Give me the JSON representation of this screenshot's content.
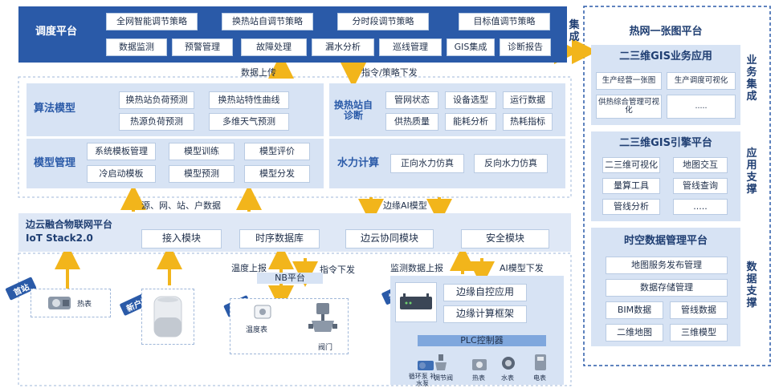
{
  "diagram": {
    "integration_label": "集成",
    "dispatch": {
      "title": "调度平台",
      "row1": [
        "全网智能调节策略",
        "换热站自调节策略",
        "分时段调节策略",
        "目标值调节策略"
      ],
      "row2": [
        "数据监测",
        "预警管理",
        "故障处理",
        "漏水分析",
        "巡线管理",
        "GIS集成",
        "诊断报告"
      ]
    },
    "arrow_labels": {
      "data_upload": "数据上传",
      "command_issue": "指令/策略下发",
      "source_data": "源、网、站、户数据",
      "edge_ai": "边缘AI模型",
      "temp_report": "温度上报",
      "cmd_down": "指令下发",
      "monitor_report": "监测数据上报",
      "ai_down": "AI模型下发"
    },
    "algorithm": {
      "title": "算法模型",
      "items": [
        "换热站负荷预测",
        "换热站特性曲线",
        "热源负荷预测",
        "多维天气预测"
      ]
    },
    "model_mgmt": {
      "title": "模型管理",
      "items": [
        "系统模板管理",
        "模型训练",
        "模型评价",
        "冷启动模板",
        "模型预测",
        "模型分发"
      ]
    },
    "self_diag": {
      "title": "换热站自诊断",
      "items": [
        "管网状态",
        "设备选型",
        "运行数据",
        "供热质量",
        "能耗分析",
        "热耗指标"
      ]
    },
    "hydraulic": {
      "title": "水力计算",
      "items": [
        "正向水力仿真",
        "反向水力仿真"
      ]
    },
    "iot": {
      "title_line1": "边云融合物联网平台",
      "title_line2": "IoT Stack2.0",
      "modules": [
        "接入模块",
        "时序数据库",
        "边云协同模块",
        "安全模块"
      ]
    },
    "field": {
      "head_station": {
        "tag": "首站",
        "device": "热表"
      },
      "new_household": {
        "tag": "新户端"
      },
      "household": {
        "tag": "户端",
        "nb": "NB平台",
        "temp_meter": "温度表",
        "valve": "阀门"
      },
      "heat_station": {
        "tag": "换热站",
        "edge_ctrl": "边缘自控应用",
        "edge_frame": "边缘计算框架",
        "plc": "PLC控制器",
        "devices": [
          "循环泵 补水泵",
          "调节阀",
          "热表",
          "水表",
          "电表"
        ]
      }
    },
    "right_panel": {
      "title": "热网一张图平台",
      "gis_app": {
        "title": "二三维GIS业务应用",
        "side": "业务集成",
        "items": [
          "生产经营一张图",
          "生产调度可视化",
          "供热综合管理可视化",
          "....."
        ]
      },
      "gis_engine": {
        "title": "二三维GIS引擎平台",
        "side": "应用支撑",
        "items": [
          "二三维可视化",
          "地图交互",
          "量算工具",
          "管线查询",
          "管线分析",
          "....."
        ]
      },
      "spatial": {
        "title": "时空数据管理平台",
        "side": "数据支撑",
        "items": [
          "地图服务发布管理",
          "数据存储管理",
          "BIM数据",
          "管线数据",
          "二维地图",
          "三维模型"
        ]
      }
    }
  }
}
